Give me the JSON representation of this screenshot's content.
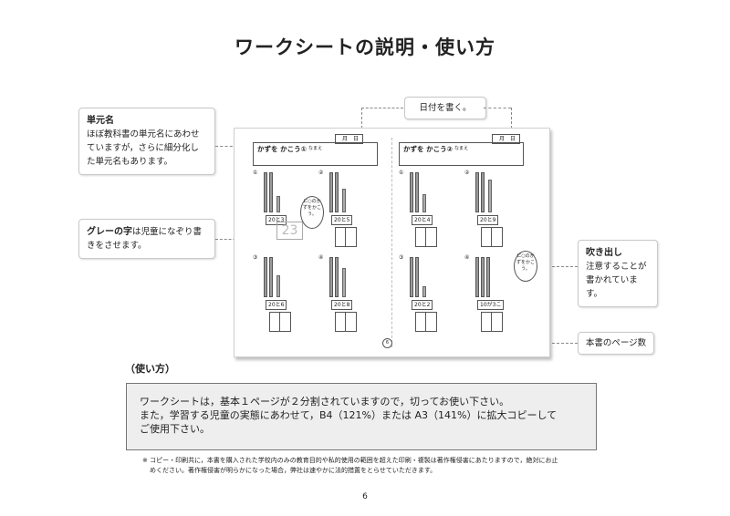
{
  "title": "ワークシートの説明・使い方",
  "callouts": {
    "unit_name": {
      "title": "単元名",
      "text": "ほぼ教科書の単元名にあわせていますが，さらに細分化した単元名もあります。"
    },
    "date": "日付を書く。",
    "grey_text": {
      "title": "グレーの字",
      "text": "は児童になぞり書きをさせます。"
    },
    "speech": {
      "title": "吹き出し",
      "text": "注意することが書かれています。"
    },
    "page_number": "本書のページ数"
  },
  "worksheet": {
    "date_label": "月　日",
    "left_title": "かずを かこう①",
    "right_title": "かずを かこう②",
    "name_label": "なまえ",
    "problems_left": [
      {
        "num": "①",
        "answer": "20と3"
      },
      {
        "num": "②",
        "answer": "20と5"
      },
      {
        "num": "③",
        "answer": "20と6"
      },
      {
        "num": "④",
        "answer": "20と8"
      }
    ],
    "problems_right": [
      {
        "num": "①",
        "answer": "20と4"
      },
      {
        "num": "②",
        "answer": "20と9"
      },
      {
        "num": "③",
        "answer": "20と2"
      },
      {
        "num": "④",
        "answer": "10が3こ"
      }
    ],
    "grey_example": "23",
    "bubble_text": "に○のかずをかこう。",
    "page_mark": "6"
  },
  "usage": {
    "heading": "（使い方）",
    "lines": [
      "ワークシートは，基本１ページが２分割されていますので，切ってお使い下さい。",
      "また，学習する児童の実態にあわせて，B4（121%）または A3（141%）に拡大コピーして",
      "ご使用下さい。"
    ]
  },
  "note": {
    "line1": "※ コピー・印刷共に，本書を購入された学校内のみの教育目的や私的使用の範囲を超えた印刷・複製は著作権侵害にあたりますので，絶対にお止",
    "line2": "めください。著作権侵害が明らかになった場合，弊社は速やかに法的措置をとらせていただきます。"
  },
  "page_number": "6"
}
